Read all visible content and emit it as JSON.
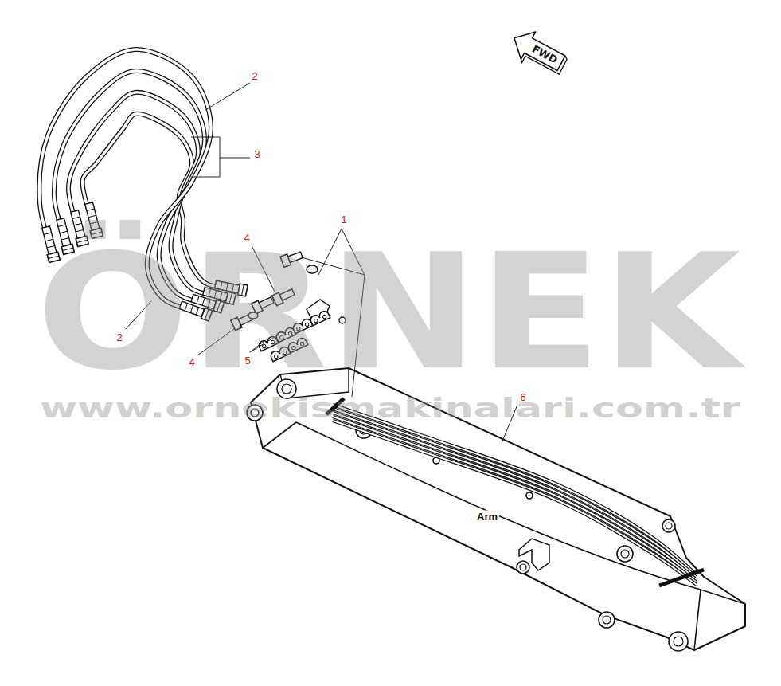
{
  "diagram": {
    "nodes": [
      {
        "text": [
          "FWD"
        ]
      }
    ],
    "labels": [
      "2",
      "3",
      "1",
      "4",
      "4",
      "5",
      "2",
      "6",
      "Arm",
      "ÖRNEK",
      "www.ornekismakinalari.com.tr"
    ]
  }
}
